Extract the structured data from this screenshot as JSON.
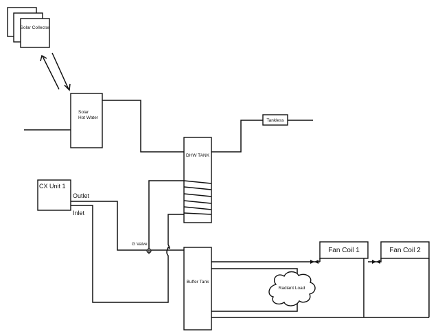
{
  "diagram": {
    "nodes": {
      "solar_collector": "Solar Collector",
      "solar_hot_water_line1": "Solar",
      "solar_hot_water_line2": "Hot Water",
      "dhw_tank": "DHW TANK",
      "tankless": "Tankless",
      "cx_unit": "CX Unit 1",
      "buffer_tank": "Buffer Tank",
      "fan_coil_1": "Fan Coil 1",
      "fan_coil_2": "Fan Coil 2",
      "radiant_load": "Radiant Load"
    },
    "labels": {
      "outlet": "Outlet",
      "inlet": "Inlet",
      "g_valve": "G Valve"
    }
  }
}
